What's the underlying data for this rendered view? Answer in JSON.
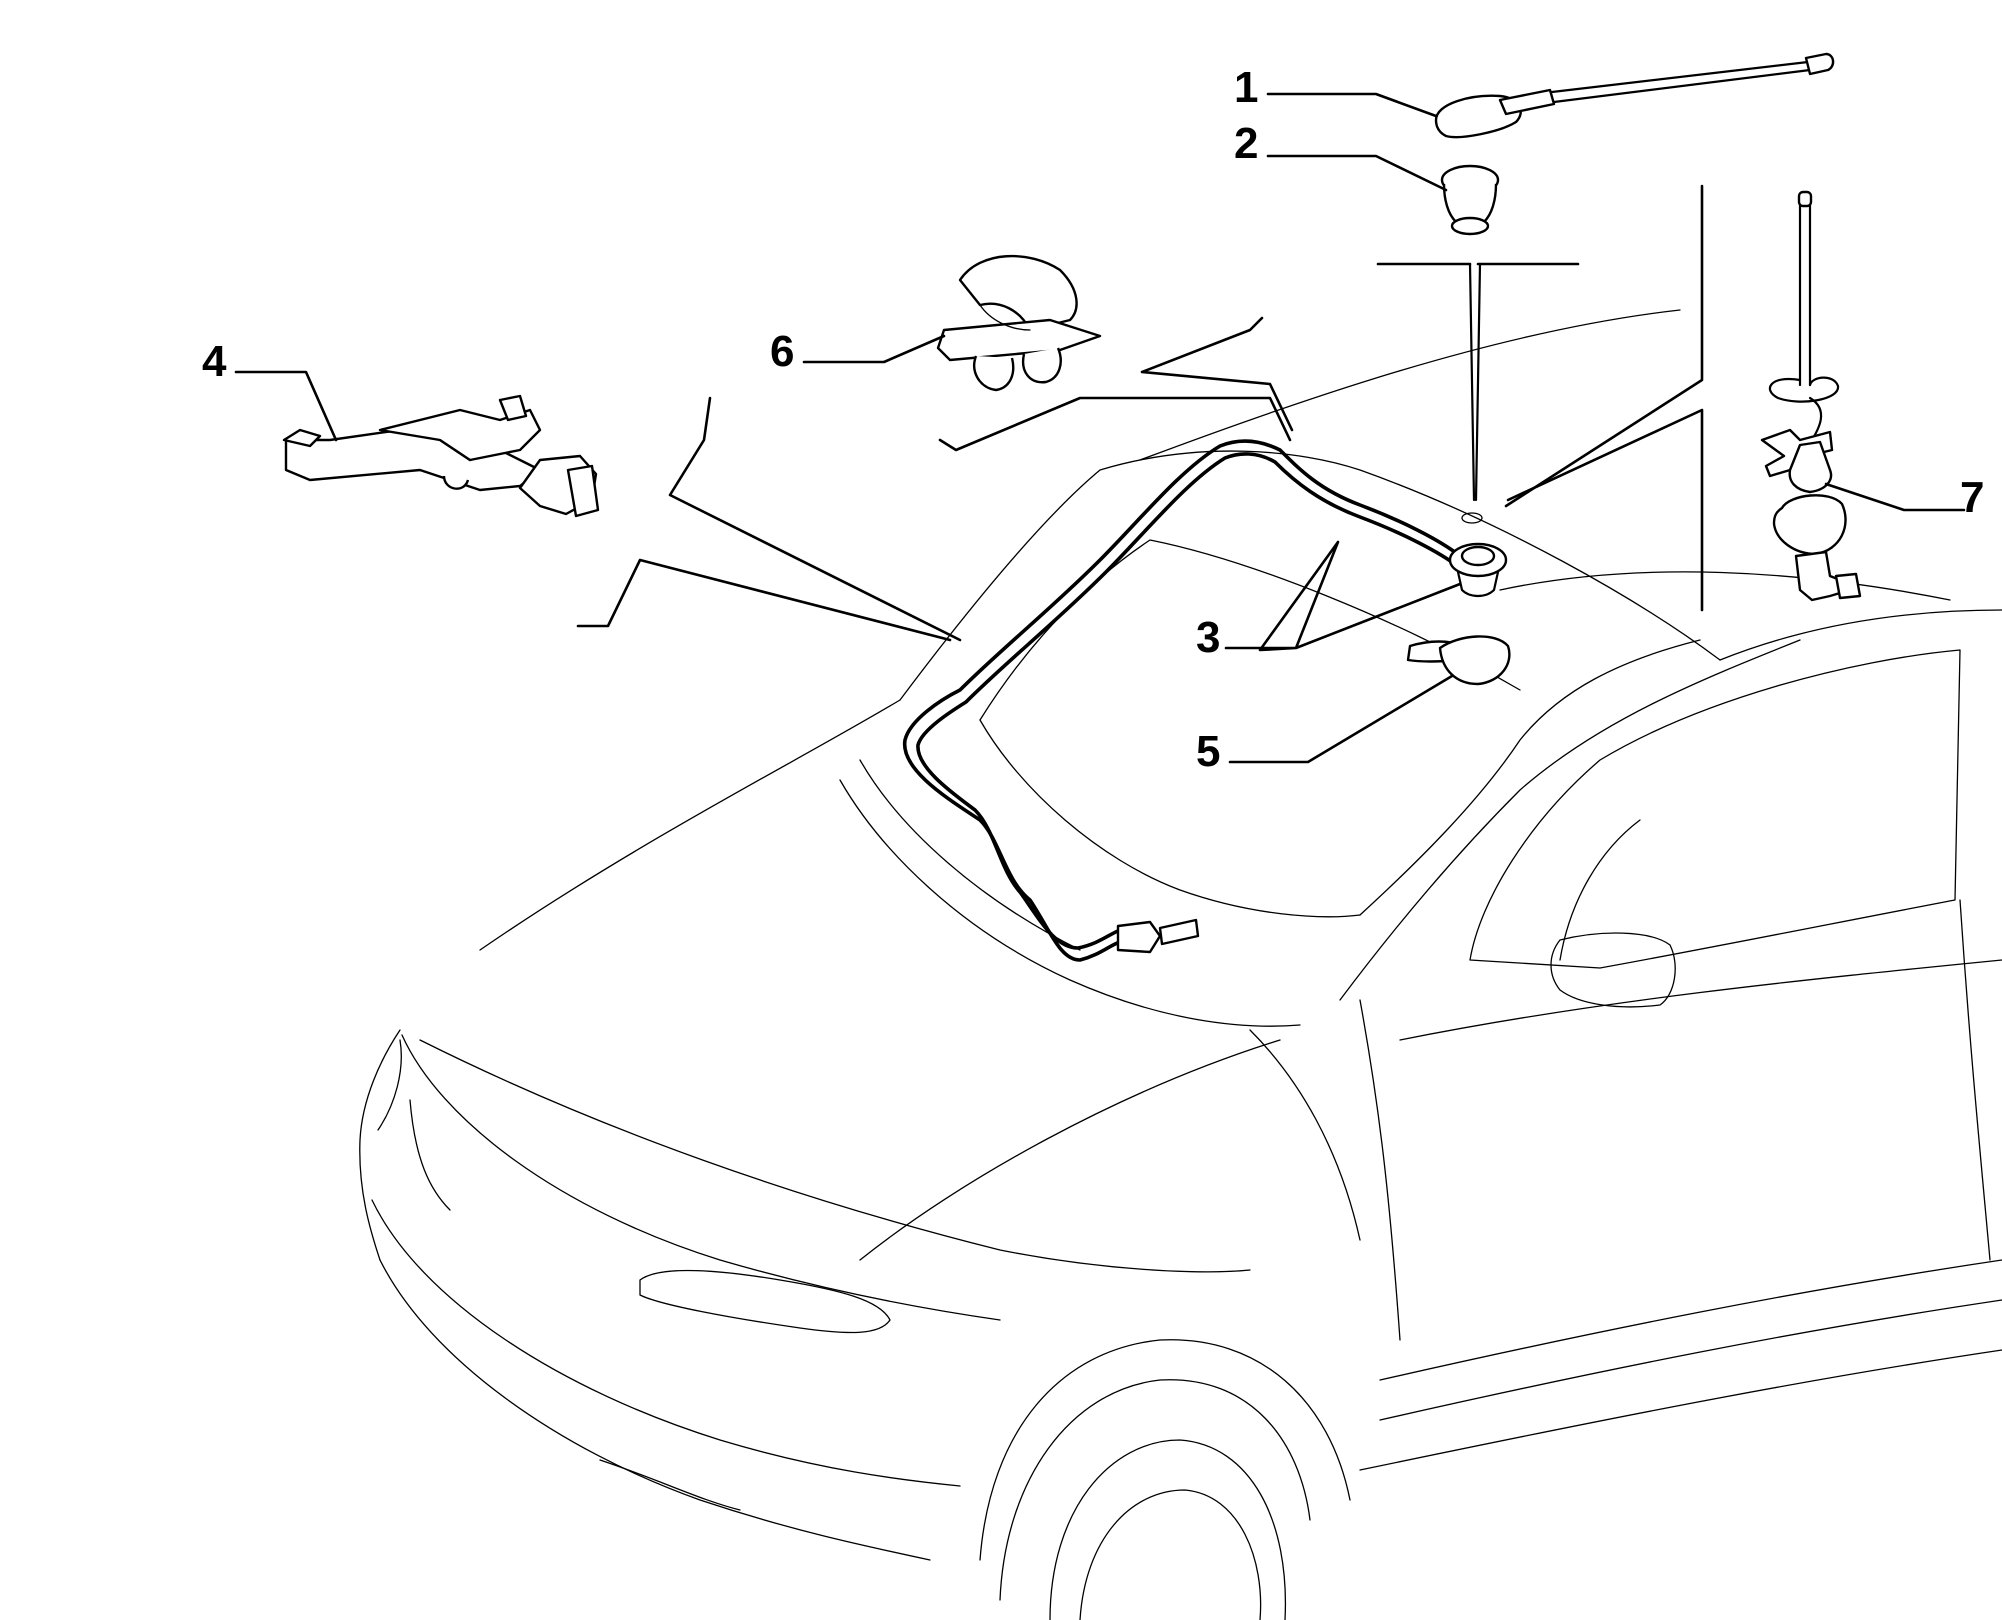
{
  "diagram": {
    "callouts": [
      {
        "id": "1",
        "label": "1"
      },
      {
        "id": "2",
        "label": "2"
      },
      {
        "id": "3",
        "label": "3"
      },
      {
        "id": "4",
        "label": "4"
      },
      {
        "id": "5",
        "label": "5"
      },
      {
        "id": "6",
        "label": "6"
      },
      {
        "id": "7",
        "label": "7"
      }
    ],
    "parts": [
      {
        "callout": "1",
        "icon": "roof-antenna-mast-icon"
      },
      {
        "callout": "2",
        "icon": "antenna-grommet-icon"
      },
      {
        "callout": "3",
        "icon": "antenna-cable-harness-icon"
      },
      {
        "callout": "4",
        "icon": "cable-bracket-icon"
      },
      {
        "callout": "5",
        "icon": "cover-cap-icon"
      },
      {
        "callout": "6",
        "icon": "cable-clip-icon"
      },
      {
        "callout": "7",
        "icon": "alternative-antenna-assembly-icon"
      }
    ],
    "subject": "car-outline"
  }
}
